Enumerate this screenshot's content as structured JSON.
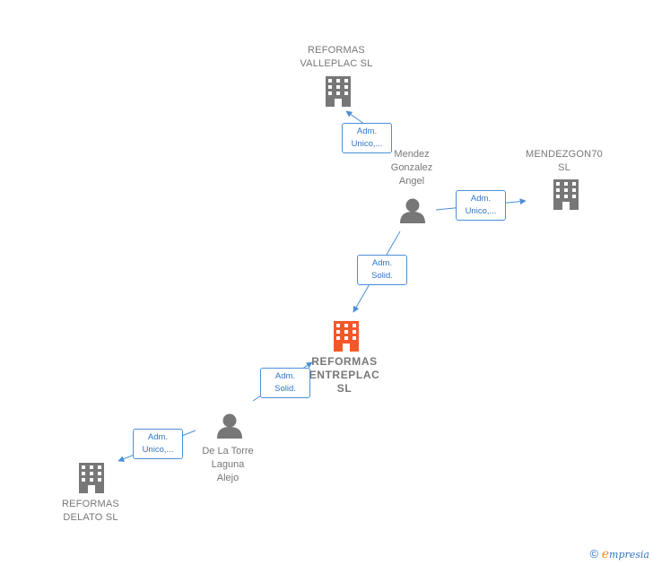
{
  "nodes": {
    "valleplac": {
      "label": "REFORMAS\nVALLEPLAC  SL",
      "kind": "company"
    },
    "mendez": {
      "label": "Mendez\nGonzalez\nAngel",
      "kind": "person"
    },
    "mendezgon": {
      "label": "MENDEZGON70\nSL",
      "kind": "company"
    },
    "entreplac": {
      "label": "REFORMAS\nENTREPLAC\nSL",
      "kind": "company-main"
    },
    "delatorre": {
      "label": "De La Torre\nLaguna\nAlejo",
      "kind": "person"
    },
    "delato": {
      "label": "REFORMAS\nDELATO  SL",
      "kind": "company"
    }
  },
  "edges": [
    {
      "from": "mendez",
      "to": "valleplac",
      "label": "Adm.\nUnico,..."
    },
    {
      "from": "mendez",
      "to": "mendezgon",
      "label": "Adm.\nUnico,..."
    },
    {
      "from": "mendez",
      "to": "entreplac",
      "label": "Adm.\nSolid."
    },
    {
      "from": "delatorre",
      "to": "entreplac",
      "label": "Adm.\nSolid."
    },
    {
      "from": "delatorre",
      "to": "delato",
      "label": "Adm.\nUnico,..."
    }
  ],
  "colors": {
    "edge": "#4a8fd8",
    "icon": "#777777",
    "main_icon": "#f05a28"
  },
  "footer": {
    "copyright_symbol": "©",
    "brand_initial": "e",
    "brand_rest": "mpresia"
  }
}
